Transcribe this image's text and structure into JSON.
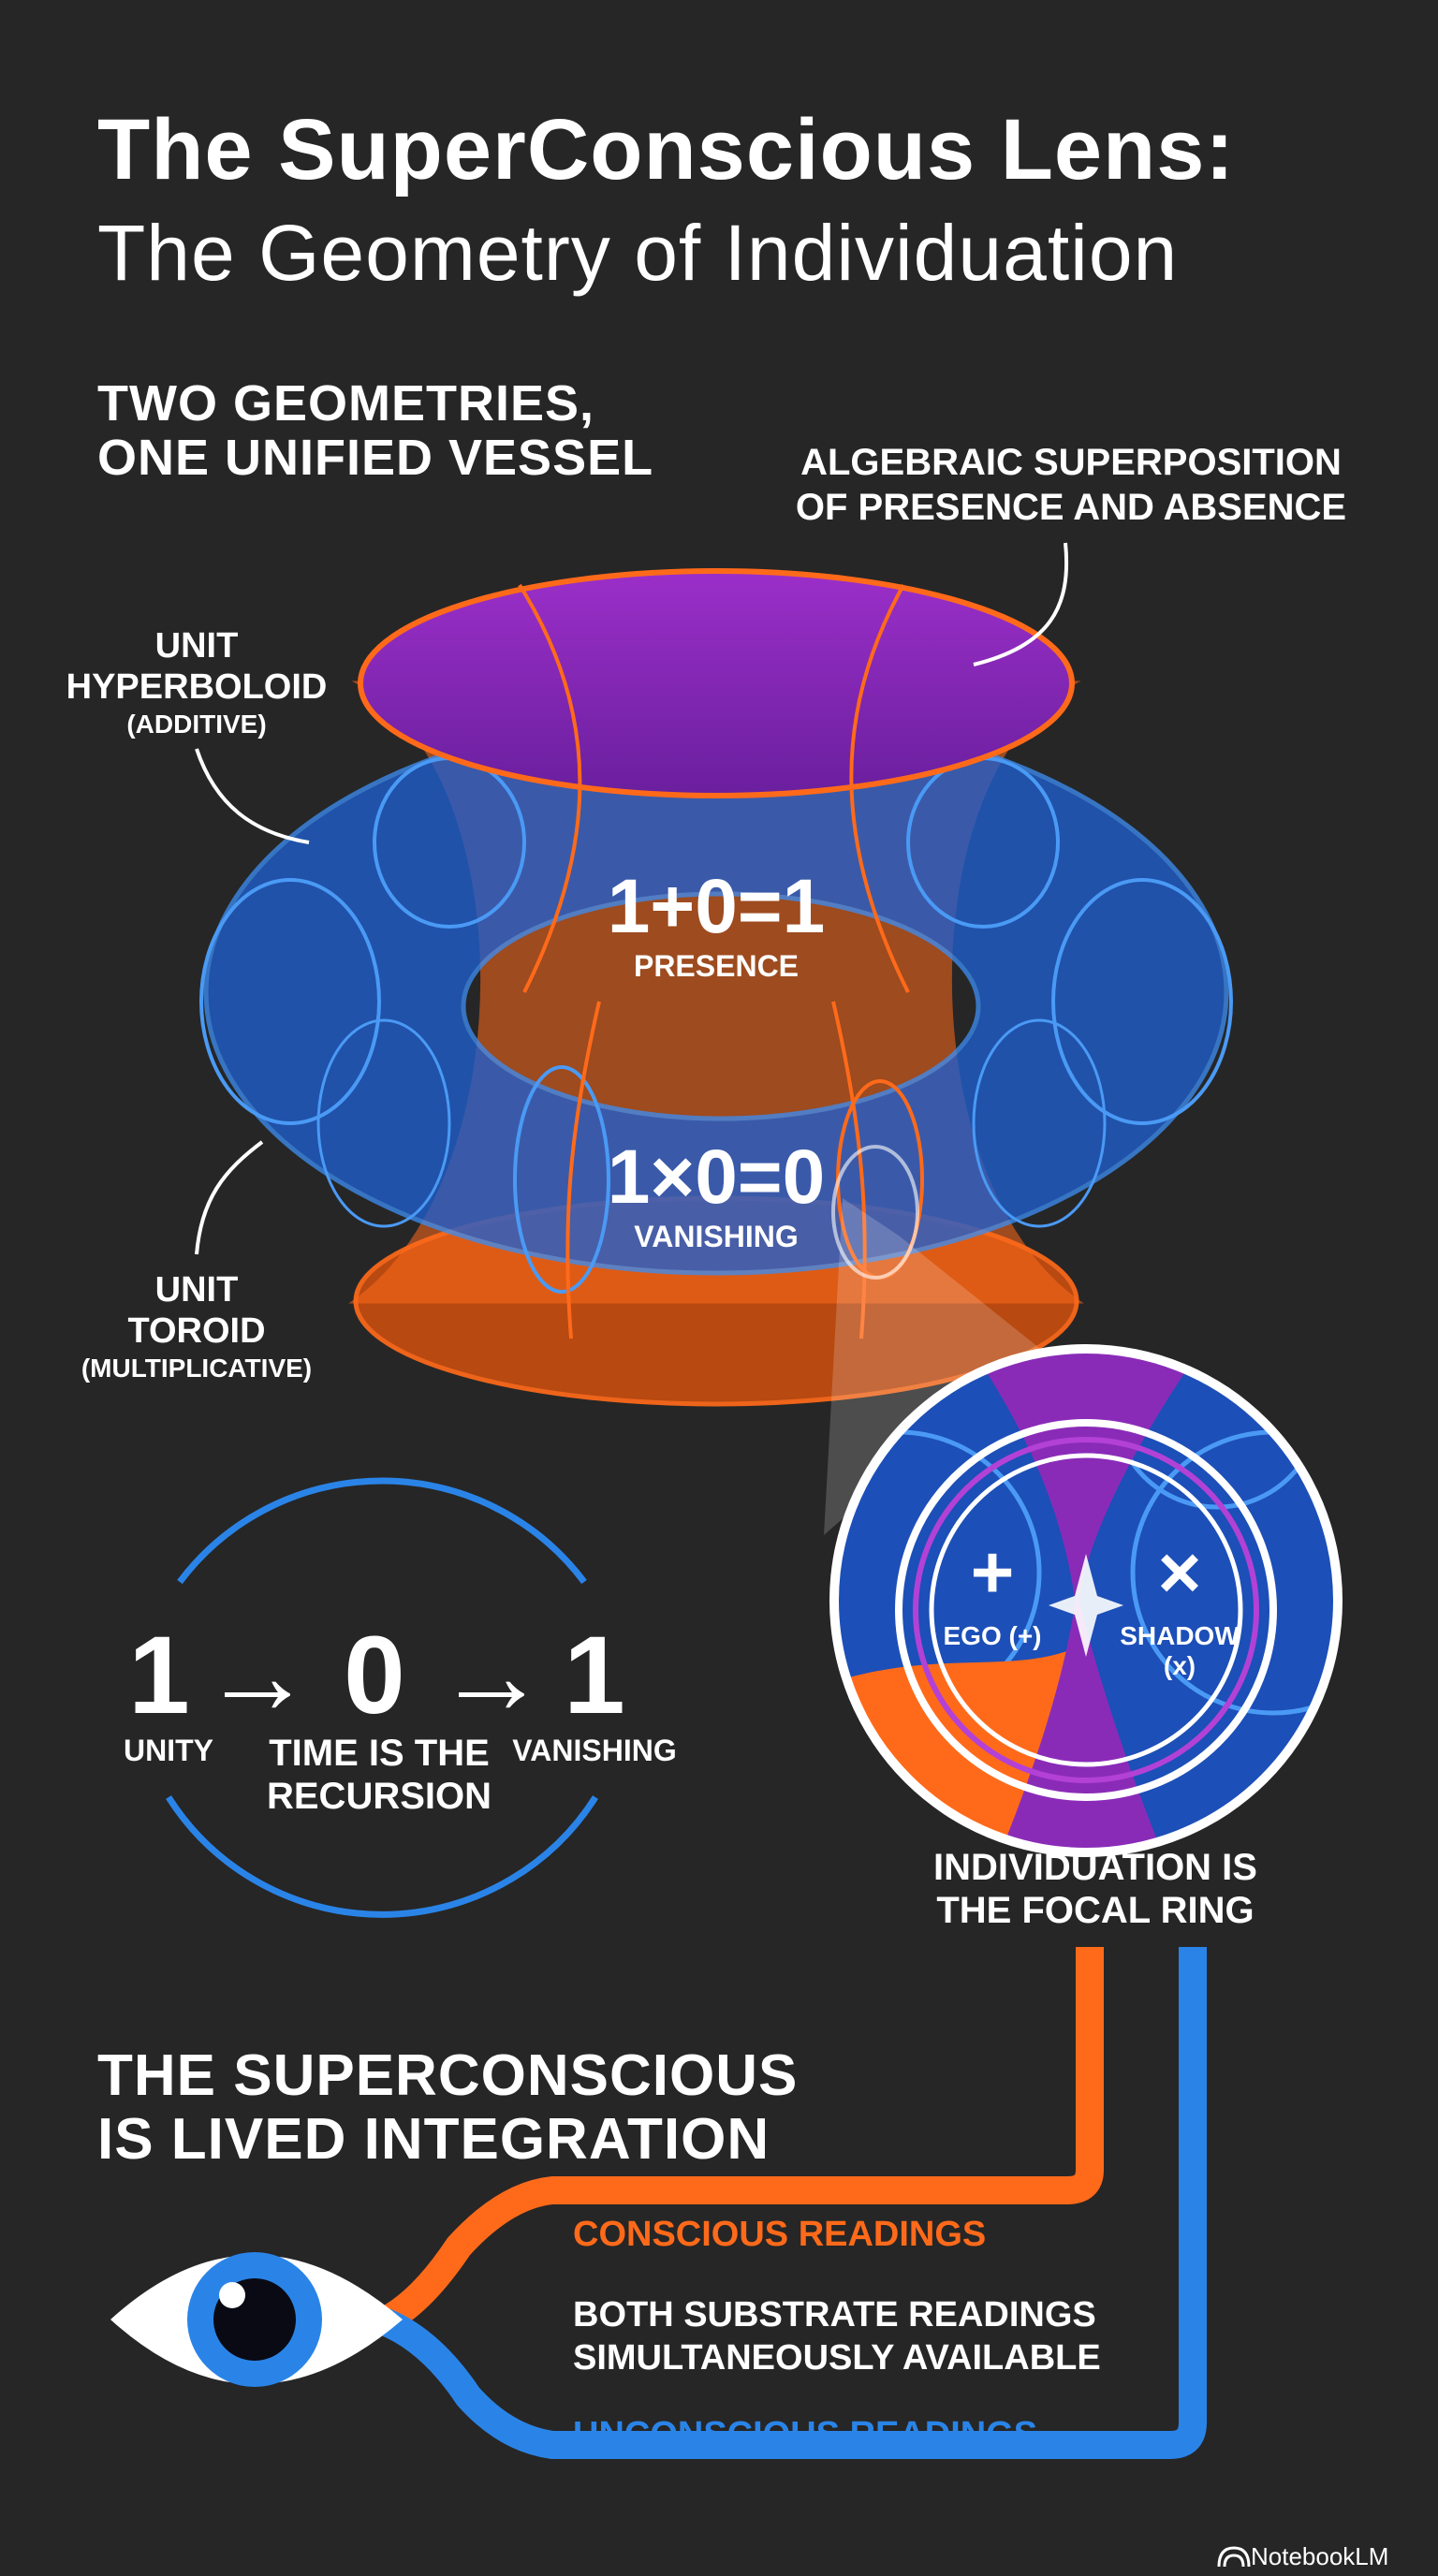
{
  "title": {
    "line1": "The SuperConscious Lens:",
    "line2": "The Geometry of Individuation"
  },
  "sections": {
    "two_geometries": [
      "TWO GEOMETRIES,",
      "ONE UNIFIED VESSEL"
    ],
    "algebraic": [
      "ALGEBRAIC SUPERPOSITION",
      "OF PRESENCE AND ABSENCE"
    ],
    "superconscious": [
      "THE SUPERCONSCIOUS",
      "IS LIVED INTEGRATION"
    ]
  },
  "labels": {
    "hyperboloid": {
      "line1": "UNIT",
      "line2": "HYPERBOLOID",
      "sub": "(ADDITIVE)"
    },
    "toroid": {
      "line1": "UNIT",
      "line2": "TOROID",
      "sub": "(MULTIPLICATIVE)"
    }
  },
  "equations": {
    "presence": {
      "formula": "1+0=1",
      "label": "PRESENCE"
    },
    "vanishing": {
      "formula": "1×0=0",
      "label": "VANISHING"
    }
  },
  "sequence": {
    "n1": "1",
    "arrow1": "→",
    "n2": "0",
    "arrow2": "→",
    "n3": "1",
    "label_left": "UNITY",
    "label_right": "VANISHING",
    "center": [
      "TIME IS THE",
      "RECURSION"
    ]
  },
  "lens": {
    "plus_symbol": "+",
    "ego": "EGO (+)",
    "times_symbol": "×",
    "shadow": [
      "SHADOW",
      "(x)"
    ],
    "caption": [
      "INDIVIDUATION IS",
      "THE FOCAL RING"
    ]
  },
  "readings": {
    "conscious": "CONSCIOUS READINGS",
    "both": [
      "BOTH SUBSTRATE READINGS",
      "SIMULTANEOUSLY AVAILABLE"
    ],
    "unconscious": "UNCONSCIOUS READINGS"
  },
  "brand": "NotebookLM",
  "colors": {
    "background": "#262626",
    "orange": "#ff6a1a",
    "blue": "#2a84e8",
    "purple": "#8a2bb8",
    "text": "#ffffff"
  },
  "icons": [
    "eye-icon",
    "notebooklm-logo-icon",
    "plus-icon",
    "times-icon"
  ]
}
